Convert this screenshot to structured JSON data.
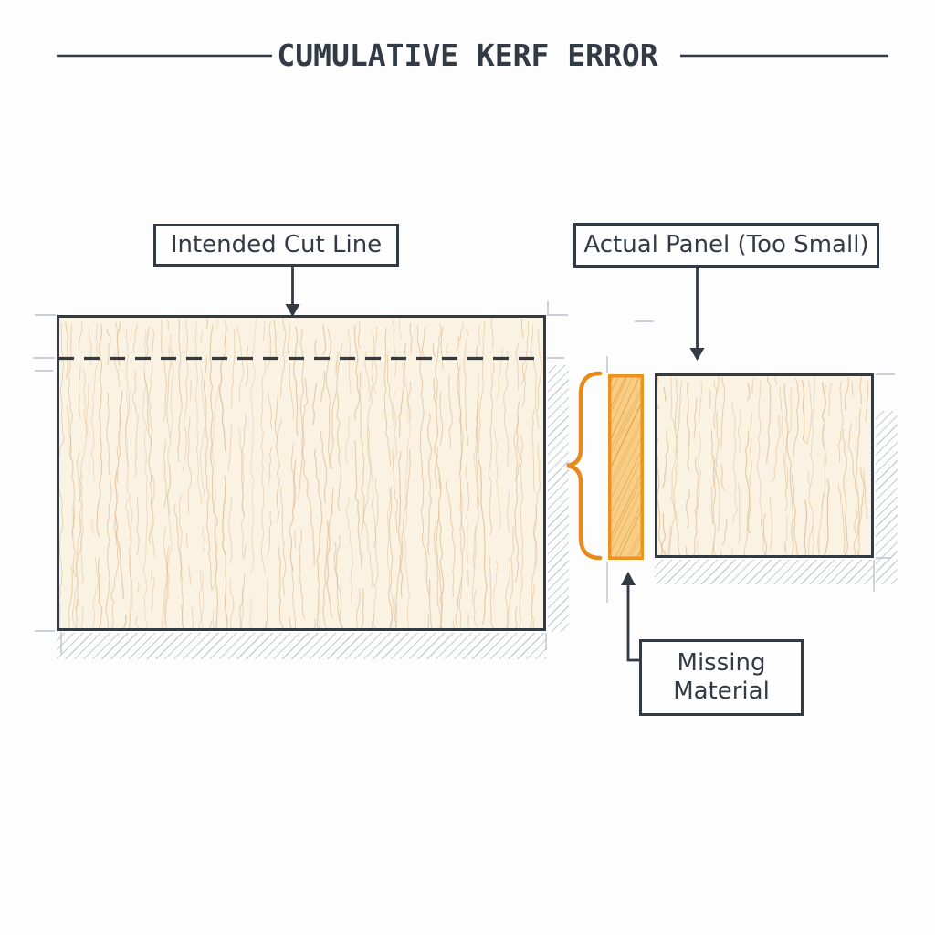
{
  "title": "CUMULATIVE KERF ERROR",
  "labels": {
    "intended": "Intended Cut Line",
    "actual": "Actual Panel (Too Small)",
    "missing_line1": "Missing",
    "missing_line2": "Material"
  },
  "icons": {
    "down_arrow": "▼",
    "up_arrow": "▲",
    "left_brace": "{"
  },
  "colors": {
    "ink": "#323a46",
    "accent": "#e8891b",
    "background": "#fdfdfd",
    "wood_fill": "#faf2e2",
    "wood_grain": "#d9b284",
    "strip_fill": "#f8cd86",
    "strip_border": "#ec9220",
    "strip_grain": "#dd8d28",
    "hatch": "#98a0ac",
    "tick": "#bcc1c9"
  }
}
